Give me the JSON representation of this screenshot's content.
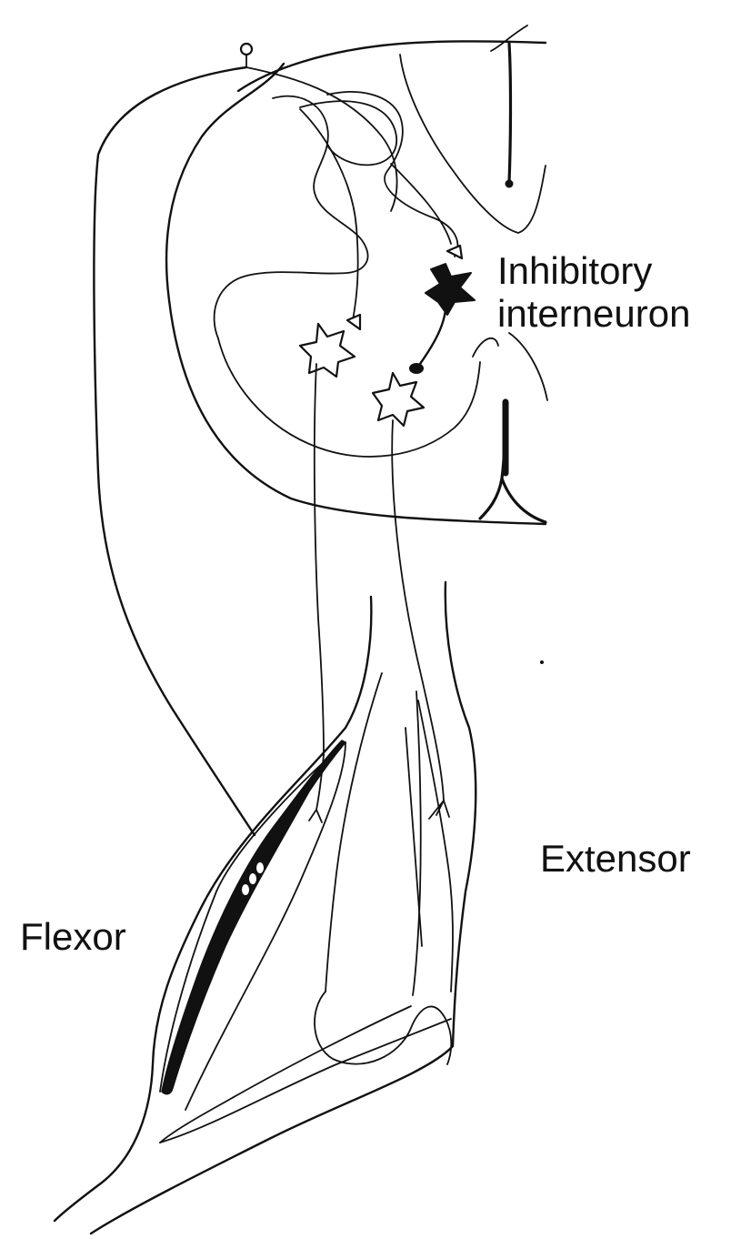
{
  "labels": {
    "inhibitory_line1": "Inhibitory",
    "inhibitory_line2": "interneuron",
    "extensor": "Extensor",
    "flexor": "Flexor"
  },
  "colors": {
    "ink": "#111111",
    "background": "#ffffff"
  }
}
